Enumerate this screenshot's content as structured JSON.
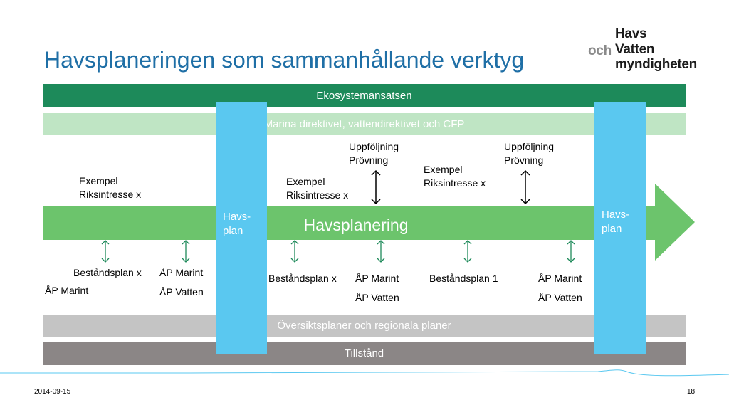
{
  "slide": {
    "title": "Havsplaneringen som sammanhållande verktyg",
    "logo": {
      "line1": "Havs",
      "och": "och",
      "line2": "Vatten",
      "line3": "myndigheten"
    },
    "bands": {
      "eco": "Ekosystemansatsen",
      "marina": "Marina direktivet, vattendirektivet och CFP",
      "oversikt": "Översiktsplaner och regionala planer",
      "tillstand": "Tillstånd"
    },
    "main_arrow_label": "Havsplanering",
    "pillar1": {
      "line1": "Havs-",
      "line2": "plan"
    },
    "pillar2": {
      "line1": "Havs-",
      "line2": "plan"
    },
    "top_labels": {
      "ex1": {
        "line1": "Exempel",
        "line2": "Riksintresse x"
      },
      "ex2": {
        "line1": "Exempel",
        "line2": "Riksintresse x"
      },
      "ex3": {
        "line1": "Exempel",
        "line2": "Riksintresse x"
      },
      "upp1": {
        "line1": "Uppföljning",
        "line2": "Prövning"
      },
      "upp2": {
        "line1": "Uppföljning",
        "line2": "Prövning"
      }
    },
    "bottom_labels": {
      "b1": "Beståndsplan x",
      "b2": "ÅP Marint",
      "b3": "ÅP Marint",
      "b4": "ÅP Vatten",
      "b5": "Beståndsplan x",
      "b6": "ÅP Marint",
      "b7": "ÅP Vatten",
      "b8": "Beståndsplan 1",
      "b9": "ÅP Marint",
      "b10": "ÅP Vatten"
    },
    "footer": {
      "date": "2014-09-15",
      "page": "18"
    },
    "colors": {
      "title": "#1f6fa6",
      "eco": "#1d8a5a",
      "marina": "#bfe5c4",
      "arrow": "#6cc46c",
      "pillar": "#5ac8f0",
      "oversikt": "#c4c4c4",
      "tillstand": "#8b8686",
      "small_arrow_green": "#1e8a5a"
    }
  }
}
